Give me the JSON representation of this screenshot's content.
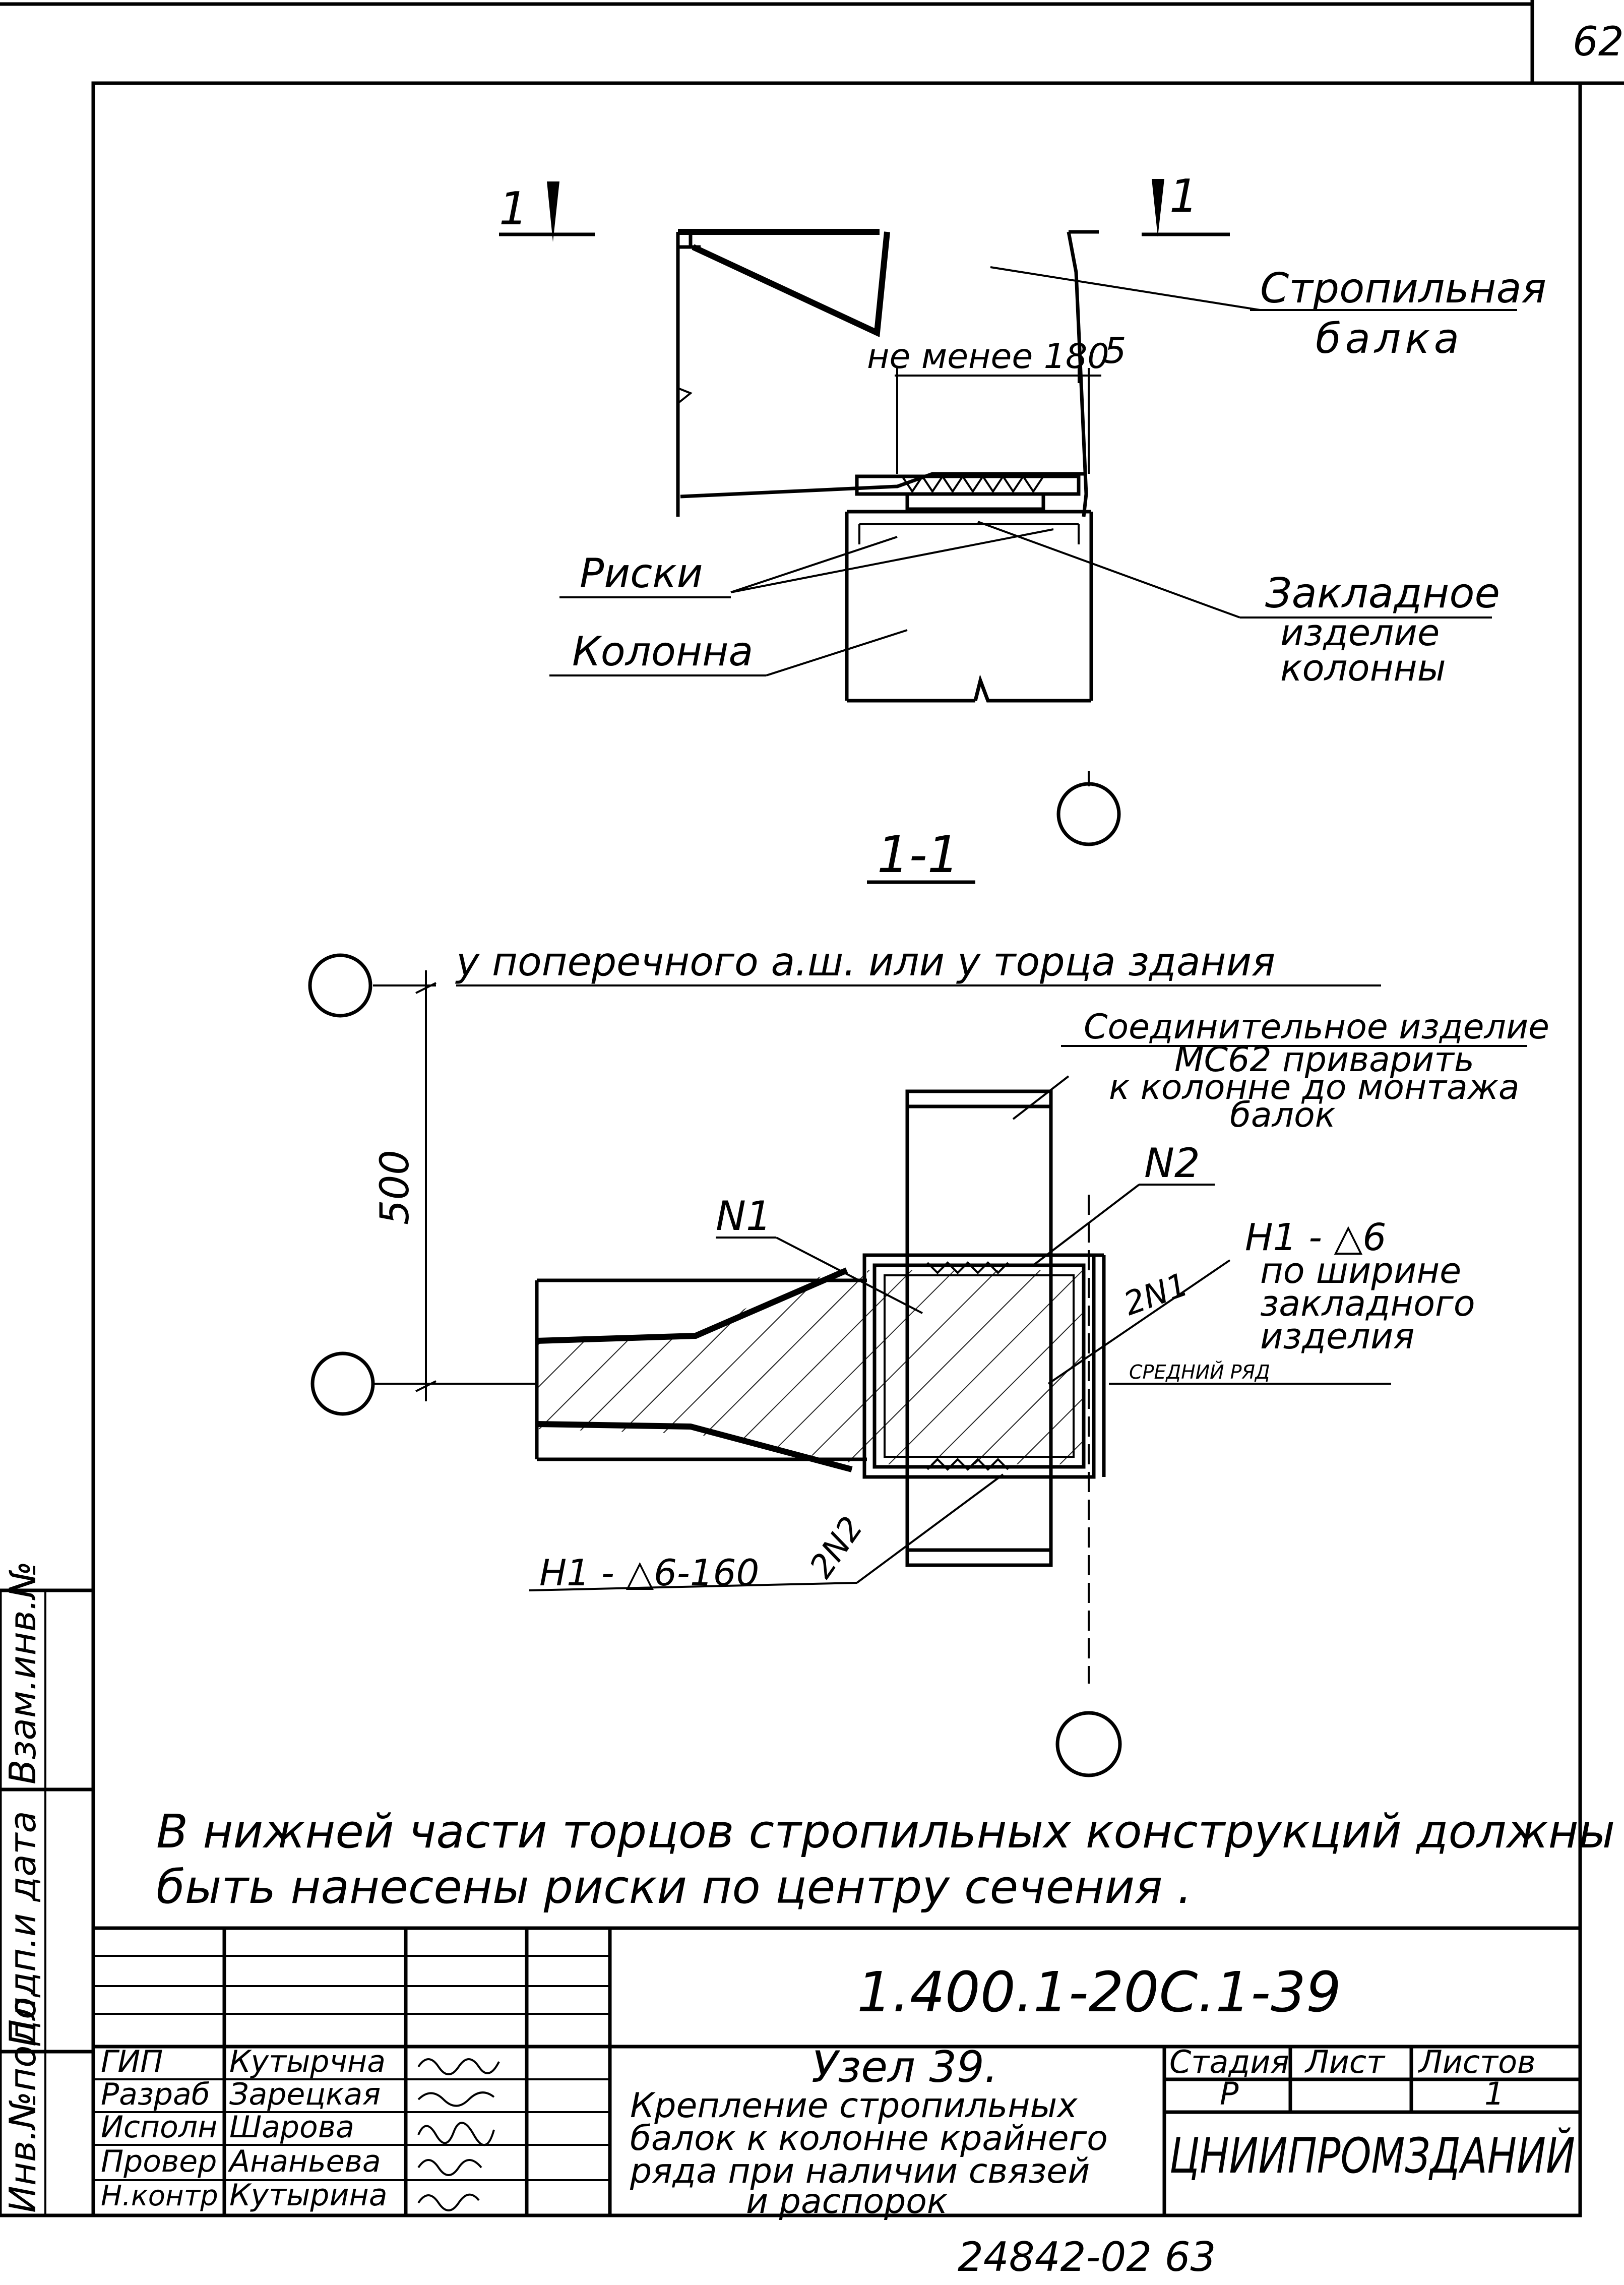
{
  "page_number": "62",
  "section_title": "1-1",
  "labels": {
    "cut_mark_left": "1",
    "cut_mark_right": "1",
    "rafter_beam_line1": "Стропильная",
    "rafter_beam_line2": "балка",
    "dim_not_less": "не менее 180",
    "dim_gap": "5",
    "marks": "Риски",
    "column": "Колонна",
    "embedded_line1": "Закладное",
    "embedded_line2": "изделие",
    "embedded_line3": "колонны",
    "transverse_axis": "у поперечного а.ш. или у торца здания",
    "connector_line1": "Соединительное изделие",
    "connector_line2": "МС62  приварить",
    "connector_line3": "к колонне до монтажа",
    "connector_line4": "балок",
    "n1": "N1",
    "n2": "N2",
    "weld_h1": "H1 - △6",
    "weld_width_line1": "по ширине",
    "weld_width_line2": "закладного",
    "weld_width_line3": "изделия",
    "two_n1": "2N1",
    "middle_row": "СРЕДНИЙ РЯД",
    "dim_500": "500",
    "weld_bottom": "H1 - △6-160",
    "two_n2": "2N2"
  },
  "note": {
    "line1": "В нижней  части торцов стропильных конструкций должны",
    "line2": "быть  нанесены  риски  по   центру  сечения ."
  },
  "side_stamp": {
    "inv_no_orig": "Инв.№подл.",
    "sign_date": "Подп.и дата",
    "replace_inv": "Взам.инв.№"
  },
  "title_block": {
    "doc_code": "1.400.1-20С.1-39",
    "roles": [
      {
        "role": "ГИП",
        "name": "Кутырчна"
      },
      {
        "role": "Разраб",
        "name": "Зарецкая"
      },
      {
        "role": "Исполн",
        "name": "Шарова"
      },
      {
        "role": "Провер",
        "name": "Ананьева"
      },
      {
        "role": "Н.контр",
        "name": "Кутырина"
      }
    ],
    "title_line1": "Узел 39.",
    "title_line2": "Крепление стропильных",
    "title_line3": "балок к колонне крайнего",
    "title_line4": "ряда при наличии связей",
    "title_line5": "и распорок",
    "stage_header": "Стадия",
    "sheet_header": "Лист",
    "sheets_header": "Листов",
    "stage_value": "Р",
    "sheet_value": "",
    "sheets_value": "1",
    "organization": "ЦНИИПРОМЗДАНИЙ"
  },
  "footer_code": "24842-02  63"
}
